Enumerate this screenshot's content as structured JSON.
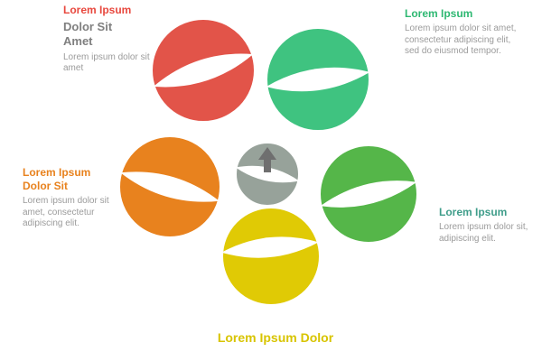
{
  "diagram": {
    "type": "infographic-circles",
    "center_icon": "arrow-up",
    "colors": {
      "red_circle": "#e25449",
      "green_circle": "#3fc380",
      "orange_circle": "#e8821e",
      "gray_circle": "#97a29a",
      "lime_circle": "#55b649",
      "yellow_circle": "#e0ca05",
      "arrow": "#6f6f6f"
    },
    "labels": {
      "top_left": {
        "title": "Lorem Ipsum",
        "subtitle": "Dolor Sit\nAmet",
        "description": "Lorem ipsum dolor sit amet",
        "title_color": "#e8483e"
      },
      "top_right": {
        "title": "Lorem Ipsum",
        "description": "Lorem ipsum dolor sit amet,\nconsectetur adipiscing elit,\nsed do eiusmod tempor.",
        "title_color": "#2eb872"
      },
      "mid_left": {
        "title": "Lorem Ipsum\nDolor Sit",
        "description": "Lorem ipsum dolor sit\namet, consectetur\nadipiscing elit.",
        "title_color": "#e8821e"
      },
      "mid_right": {
        "title": "Lorem Ipsum",
        "description": "Lorem ipsum dolor sit,\nadipiscing elit.",
        "title_color": "#3f9d8a"
      },
      "bottom": {
        "title": "Lorem Ipsum Dolor",
        "title_color": "#d8c400"
      }
    }
  }
}
